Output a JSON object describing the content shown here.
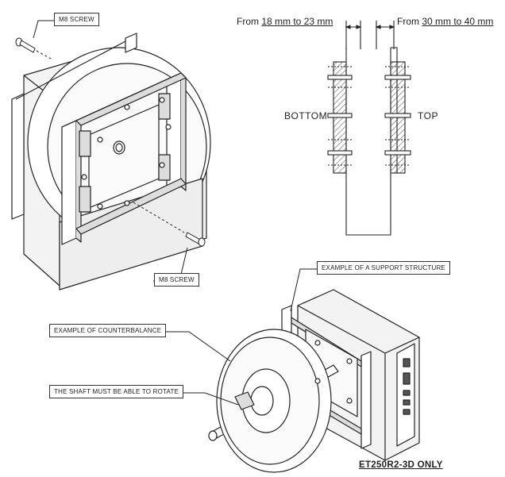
{
  "callouts": {
    "m8_screw_top": "M8 SCREW",
    "m8_screw_bottom": "M8 SCREW",
    "support_structure": "EXAMPLE OF A SUPPORT STRUCTURE",
    "counterbalance": "EXAMPLE OF COUNTERBALANCE",
    "shaft_rotate": "THE SHAFT MUST BE ABLE TO ROTATE"
  },
  "dimensions": {
    "bottom_range_prefix": "From ",
    "bottom_range_value": "18 mm to 23 mm",
    "top_range_prefix": "From ",
    "top_range_value": "30 mm to 40 mm"
  },
  "section_labels": {
    "bottom": "BOTTOM",
    "top": "TOP"
  },
  "footer": {
    "model_note": "ET250R2-3D ONLY"
  },
  "colors": {
    "line": "#222222",
    "hatch": "#555555",
    "fill": "#ffffff",
    "shade": "#e6e6e6"
  }
}
